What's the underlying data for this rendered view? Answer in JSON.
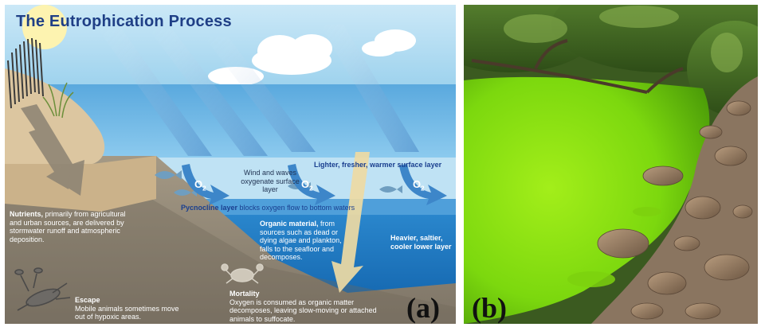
{
  "panel_a": {
    "title": "The Eutrophication Process",
    "tag": "(a)",
    "labels": {
      "wind_waves": "Wind and waves oxygenate surface layer",
      "surface_layer": "Lighter, fresher, warmer surface layer",
      "o2": "O",
      "o2_sub": "2",
      "nutrients_bold": "Nutrients,",
      "nutrients_text": " primarily from agricultural and urban sources, are delivered by stormwater runoff and atmospheric deposition.",
      "pycnocline_bold": "Pycnocline layer",
      "pycnocline_text": " blocks oxygen flow to bottom waters",
      "organic_bold": "Organic material,",
      "organic_text": " from sources such as dead or dying algae and plankton, falls to the seafloor and decomposes.",
      "lower_layer": "Heavier, saltier, cooler lower layer",
      "escape_title": "Escape",
      "escape_text": "Mobile animals sometimes move out of hypoxic areas.",
      "mortality_title": "Mortality",
      "mortality_text": "Oxygen is consumed as organic matter decomposes, leaving slow-moving or attached animals to suffocate."
    },
    "colors": {
      "sky": "#9fd3ee",
      "sea_surface": "#6fb8e4",
      "deep_water": "#1a78c2",
      "sand": "#d9c29a",
      "seafloor": "#8f8576",
      "title": "#1f3f86"
    }
  },
  "panel_b": {
    "tag": "(b)",
    "colors": {
      "algae_water": "#7bd80f",
      "foliage": "#3f6a1e",
      "rocks": "#9a7f63"
    }
  }
}
